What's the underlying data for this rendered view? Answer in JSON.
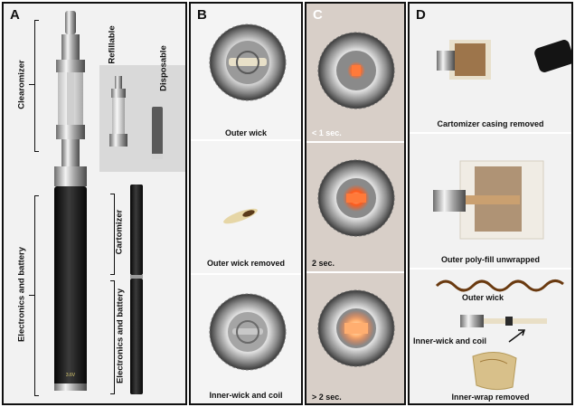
{
  "panels": {
    "a": {
      "label": "A",
      "clearomizer": "Clearomizer",
      "refillable": "Refillable",
      "disposable": "Disposable",
      "cartomizer": "Cartomizer",
      "electronics_left": "Electronics and battery",
      "electronics_right": "Electronics and battery",
      "battery_marking": "3.6V"
    },
    "b": {
      "label": "B",
      "captions": [
        "Outer wick",
        "Outer wick removed",
        "Inner-wick and coil"
      ]
    },
    "c": {
      "label": "C",
      "times": [
        "< 1 sec.",
        "2 sec.",
        "> 2 sec."
      ]
    },
    "d": {
      "label": "D",
      "captions": [
        "Cartomizer casing removed",
        "Outer poly-fill unwrapped",
        "Outer wick",
        "Inner-wick and coil",
        "Inner-wrap removed"
      ]
    }
  },
  "colors": {
    "border": "#111111",
    "coil_glow": "#ff6a2a",
    "battery": "#1a1a1a",
    "wick": "#8a5a2a"
  }
}
